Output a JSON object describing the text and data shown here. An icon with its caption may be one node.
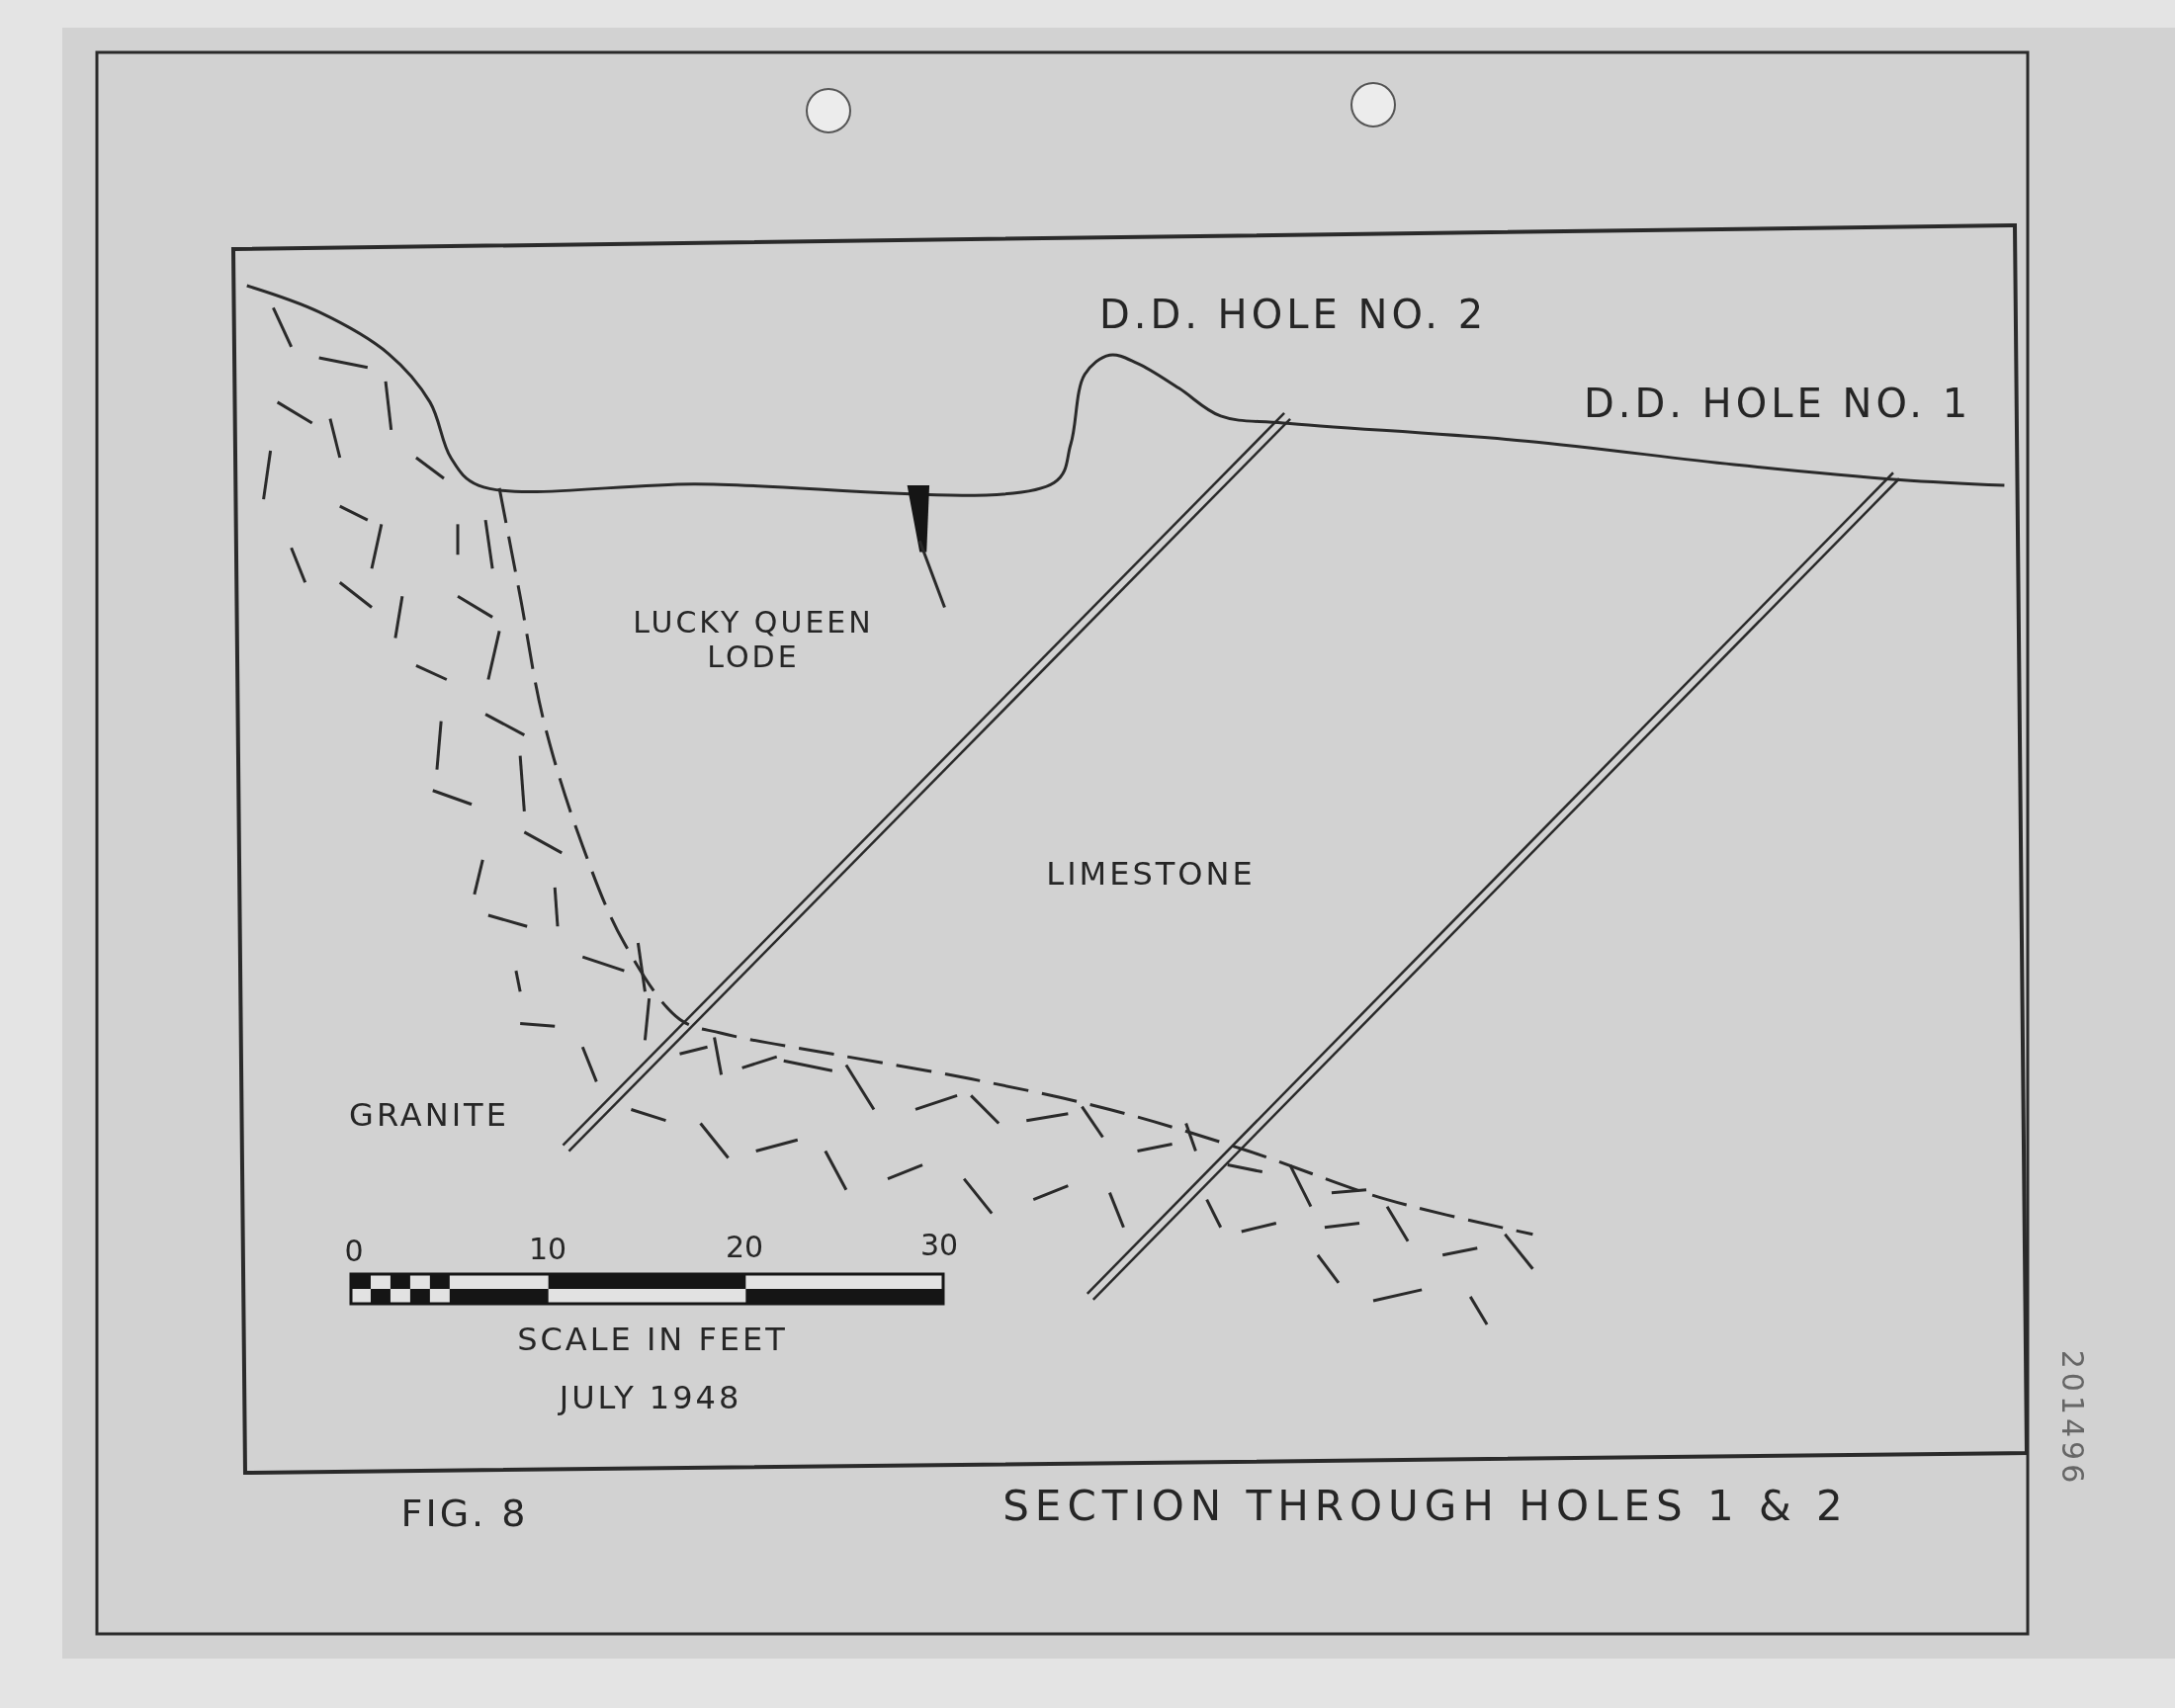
{
  "diagram": {
    "title": "SECTION THROUGH HOLES 1 & 2",
    "labels": [
      "D.D. HOLE NO. 2",
      "D.D. HOLE NO. 1",
      "LUCKY QUEEN LODE",
      "LIMESTONE",
      "GRANITE",
      "0",
      "10",
      "20",
      "30",
      "SCALE IN FEET",
      "JULY 1948",
      "FIG. 8",
      "201496"
    ]
  }
}
